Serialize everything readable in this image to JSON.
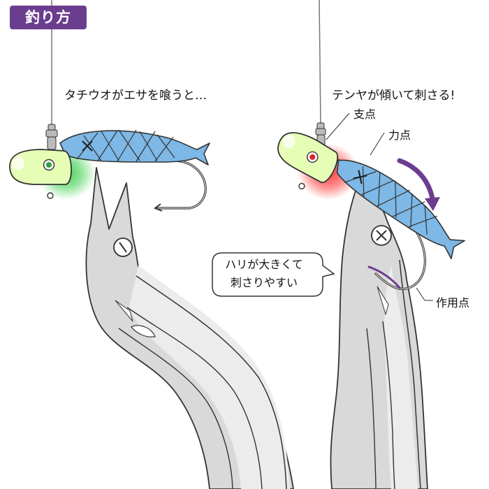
{
  "badge": {
    "label": "釣り方",
    "color": "#6b3d8f"
  },
  "left_panel": {
    "caption": "タチウオがエサを喰うと…"
  },
  "right_panel": {
    "caption": "テンヤが傾いて刺さる!",
    "fulcrum_label": "支点",
    "effort_label": "力点",
    "action_label": "作用点"
  },
  "bubble": {
    "line1": "ハリが大きくて",
    "line2": "刺さりやすい"
  },
  "colors": {
    "jig_head": "#e6fdb6",
    "bait_fish": "#7db8e6",
    "eel_body": "#d9d9d9",
    "arrow": "#6b3d8f",
    "glow_left": "#2ecc40",
    "glow_right": "#ff2020"
  }
}
